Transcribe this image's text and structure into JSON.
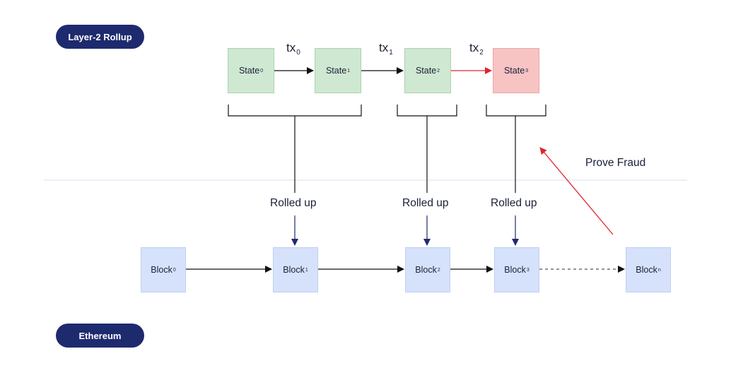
{
  "layers": {
    "top": "Layer-2 Rollup",
    "bottom": "Ethereum"
  },
  "states": [
    {
      "name": "State",
      "sub": "0"
    },
    {
      "name": "State",
      "sub": "1"
    },
    {
      "name": "State",
      "sub": "2"
    },
    {
      "name": "State",
      "sub": "3"
    }
  ],
  "transactions": [
    {
      "name": "tx",
      "sub": "0"
    },
    {
      "name": "tx",
      "sub": "1"
    },
    {
      "name": "tx",
      "sub": "2"
    }
  ],
  "blocks": [
    {
      "name": "Block",
      "sub": "0"
    },
    {
      "name": "Block",
      "sub": "1"
    },
    {
      "name": "Block",
      "sub": "2"
    },
    {
      "name": "Block",
      "sub": "3"
    },
    {
      "name": "Block",
      "sub": "n"
    }
  ],
  "labels": {
    "rolled_up": "Rolled up",
    "prove_fraud": "Prove Fraud"
  },
  "colors": {
    "pill": "#1e2a6e",
    "state": "#cfe8d1",
    "fraud_state": "#f7c3c3",
    "block": "#d6e2fb",
    "fraud_arrow": "#e0242f",
    "rollup_arrow": "#1e2a6e"
  }
}
